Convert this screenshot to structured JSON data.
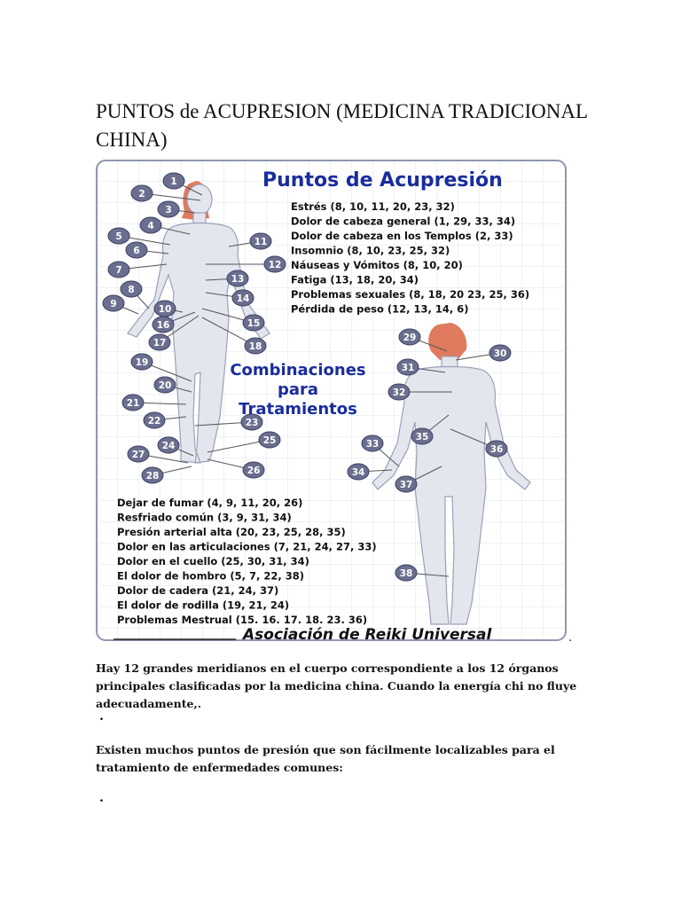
{
  "document": {
    "title": "PUNTOS de ACUPRESION (MEDICINA TRADICIONAL CHINA)",
    "trailing_dot": ".",
    "paragraphs": [
      "Hay 12 grandes meridianos en el cuerpo correspondiente a los 12 órganos principales clasificadas por la medicina china. Cuando la energía chi no fluye adecuadamente,.",
      "Existen muchos puntos de presión que son fácilmente localizables para el tratamiento de enfermedades comunes:"
    ],
    "separator_dots": [
      ".",
      "."
    ]
  },
  "figure": {
    "title": "Puntos de Acupresión",
    "subtitle": [
      "Combinaciones",
      "para",
      "Tratamientos"
    ],
    "footer": "Asociación de Reiki Universal",
    "conditions_top": [
      "Estrés (8, 10, 11, 20, 23, 32)",
      "Dolor de cabeza general (1, 29, 33, 34)",
      "Dolor de cabeza en los Templos (2, 33)",
      "Insomnio (8, 10, 23, 25, 32)",
      "Náuseas y Vómitos (8, 10, 20)",
      "Fatiga (13, 18, 20, 34)",
      "Problemas sexuales (8, 18, 20 23, 25, 36)",
      "Pérdida de peso (12, 13, 14, 6)"
    ],
    "conditions_bottom": [
      "Dejar de fumar (4, 9, 11, 20, 26)",
      "Resfriado común (3, 9, 31, 34)",
      "Presión arterial alta (20, 23, 25, 28, 35)",
      "Dolor en las articulaciones (7, 21, 24, 27, 33)",
      "Dolor en el cuello (25, 30, 31, 34)",
      "El dolor de hombro (5, 7, 22, 38)",
      "Dolor de cadera (21, 24, 37)",
      "El dolor de rodilla (19, 21, 24)",
      "Problemas Mestrual (15. 16. 17. 18. 23. 36)"
    ],
    "point_labels": [
      "1",
      "2",
      "3",
      "4",
      "5",
      "6",
      "7",
      "8",
      "9",
      "10",
      "11",
      "12",
      "13",
      "14",
      "15",
      "16",
      "17",
      "18",
      "19",
      "20",
      "21",
      "22",
      "23",
      "24",
      "25",
      "26",
      "27",
      "28",
      "29",
      "30",
      "31",
      "32",
      "33",
      "34",
      "35",
      "36",
      "37",
      "38"
    ],
    "colors": {
      "title_blue": "#1a2d9c",
      "marker_fill": "#6b6f8f",
      "body_fill": "#e4e6ee",
      "hair": "#e07a5f",
      "grid": "#dde3ef"
    }
  }
}
